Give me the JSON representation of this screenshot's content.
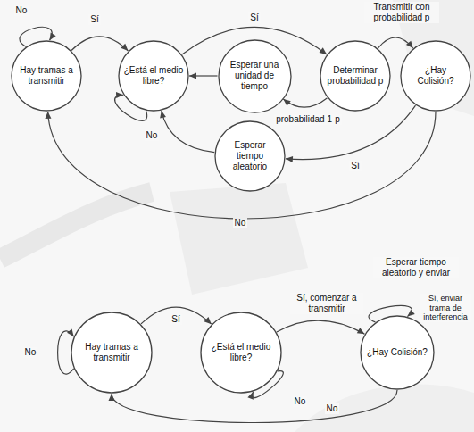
{
  "diagram": {
    "nodes": [
      {
        "text": [
          "Hay tramas a transmitir"
        ]
      },
      {
        "text": [
          "¿Está el medio libre?"
        ]
      },
      {
        "text": [
          "Esperar una unidad de tiempo"
        ]
      },
      {
        "text": [
          "Determinar probabilidad p"
        ]
      },
      {
        "text": [
          "¿Hay Colisión?"
        ]
      },
      {
        "text": [
          "Esperar tiempo aleatorio"
        ]
      },
      {
        "text": [
          "Hay tramas a transmitir"
        ]
      },
      {
        "text": [
          "¿Está el medio libre?"
        ]
      },
      {
        "text": [
          "¿Hay Colisión?"
        ]
      }
    ],
    "edges": [
      {
        "from": 0,
        "to": 0,
        "label": "No",
        "arrow": "to"
      },
      {
        "from": 0,
        "to": 1,
        "label": "Sí",
        "arrow": "to"
      },
      {
        "from": 1,
        "to": 1,
        "label": "No",
        "arrow": "to"
      },
      {
        "from": 1,
        "to": 3,
        "label": "Sí",
        "arrow": "to"
      },
      {
        "from": 3,
        "to": 2,
        "label": "probabilidad 1-p",
        "arrow": "to"
      },
      {
        "from": 2,
        "to": 1,
        "arrow": "to"
      },
      {
        "from": 3,
        "to": 4,
        "label": "Transmitir con probabilidad p",
        "arrow": "to"
      },
      {
        "from": 4,
        "to": 5,
        "label": "Sí",
        "arrow": "to"
      },
      {
        "from": 5,
        "to": 1,
        "arrow": "to"
      },
      {
        "from": 4,
        "to": 0,
        "label": "No",
        "arrow": "to"
      },
      {
        "from": 6,
        "to": 6,
        "label": "No",
        "arrow": "to"
      },
      {
        "from": 6,
        "to": 7,
        "label": "Sí",
        "arrow": "to"
      },
      {
        "from": 7,
        "to": 7,
        "label": "No",
        "arrow": "to"
      },
      {
        "from": 7,
        "to": 8,
        "label": "Sí, comenzar a transmitir",
        "arrow": "to"
      },
      {
        "from": 8,
        "to": 8,
        "label": "Sí, enviar trama de interferencia",
        "arrow": "to"
      },
      {
        "from": 8,
        "to": 6,
        "label": "No",
        "arrow": "to"
      }
    ],
    "labels": [
      "Esperar tiempo aleatorio y enviar"
    ]
  }
}
